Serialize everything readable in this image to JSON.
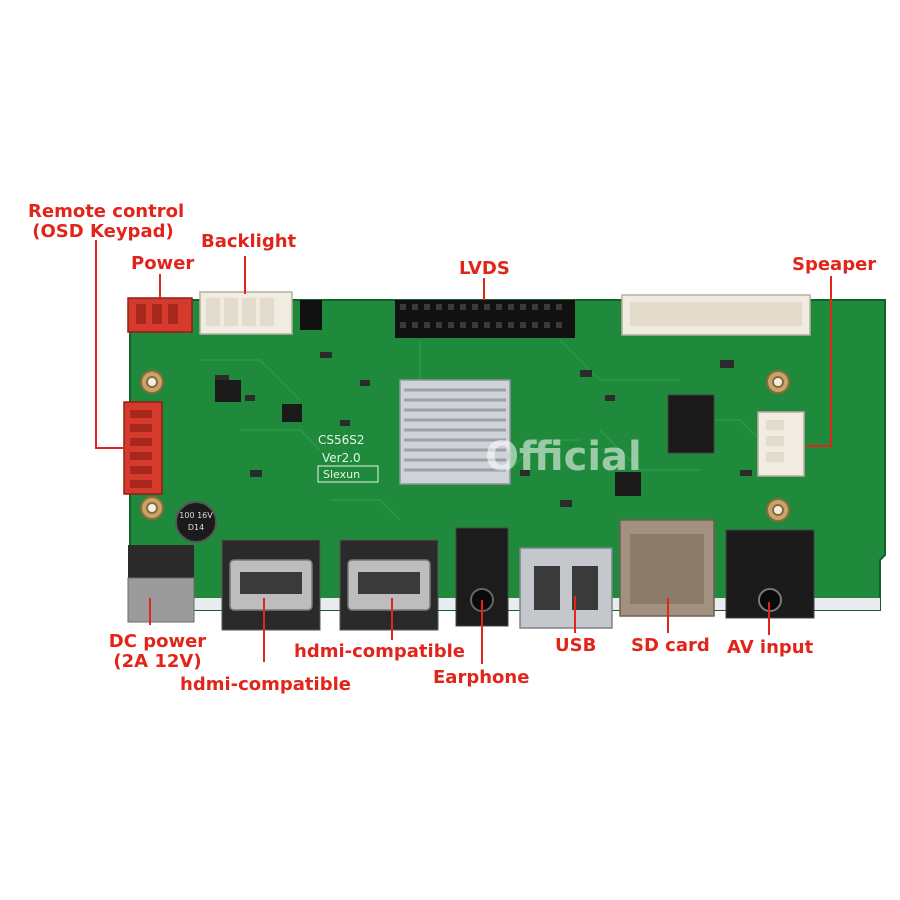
{
  "colors": {
    "label": "#e1251b",
    "leader": "#e1251b",
    "pcb": "#1f8a3c",
    "pcb_dark": "#156b2c",
    "background": "#ffffff"
  },
  "labels": {
    "remote_control_line1": "Remote control",
    "remote_control_line2": "(OSD Keypad)",
    "power": "Power",
    "backlight": "Backlight",
    "lvds": "LVDS",
    "speaker": "Speaper",
    "dc_power_line1": "DC power",
    "dc_power_line2": "(2A   12V)",
    "hdmi_left": "hdmi-compatible",
    "hdmi_right": "hdmi-compatible",
    "earphone": "Earphone",
    "usb": "USB",
    "sd_card": "SD card",
    "av_input": "AV input"
  },
  "silkscreen": {
    "board_model": "CS56S2",
    "version": "Ver2.0",
    "maker": "Slexun",
    "capacitor": "100 16V",
    "capacitor_id": "D14"
  },
  "watermark": "Official"
}
